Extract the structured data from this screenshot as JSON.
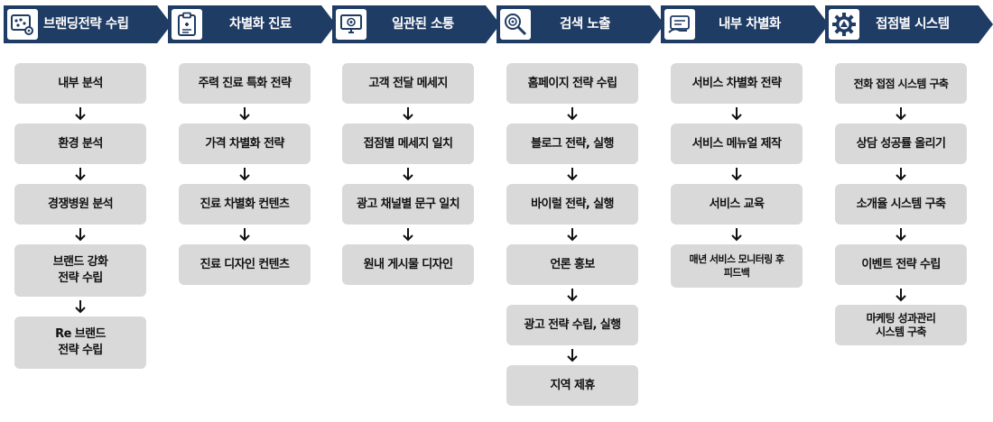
{
  "colors": {
    "header_fill": "#1f3c64",
    "box_fill": "#d9d9d9"
  },
  "columns": [
    {
      "title": "브랜딩전략 수립",
      "icon": "branding-dashboard-icon",
      "items": [
        "내부 분석",
        "환경 분석",
        "경쟁병원 분석",
        "브랜드 강화\n전략 수립",
        "Re 브랜드\n전략 수립"
      ]
    },
    {
      "title": "차별화 진료",
      "icon": "clipboard-medical-icon",
      "items": [
        "주력 진료 특화 전략",
        "가격 차별화 전략",
        "진료 차별화 컨텐츠",
        "진료 디자인 컨텐츠"
      ]
    },
    {
      "title": "일관된 소통",
      "icon": "email-monitor-icon",
      "items": [
        "고객 전달 메세지",
        "접점별 메세지 일치",
        "광고 채널별 문구 일치",
        "원내 게시물 디자인"
      ]
    },
    {
      "title": "검색 노출",
      "icon": "search-target-icon",
      "items": [
        "홈페이지 전략 수립",
        "블로그 전략, 실행",
        "바이럴 전략, 실행",
        "언론 홍보",
        "광고 전략 수립, 실행",
        "지역 제휴"
      ]
    },
    {
      "title": "내부 차별화",
      "icon": "tablet-hand-icon",
      "items": [
        "서비스 차별화 전략",
        "서비스 메뉴얼 제작",
        "서비스 교육",
        "매년 서비스 모니터링 후\n피드백"
      ]
    },
    {
      "title": "접점별 시스템",
      "icon": "gear-icon",
      "items": [
        "전화 접점 시스템 구축",
        "상담 성공률 올리기",
        "소개율 시스템 구축",
        "이벤트 전략 수립",
        "마케팅 성과관리\n시스템 구축"
      ]
    }
  ]
}
